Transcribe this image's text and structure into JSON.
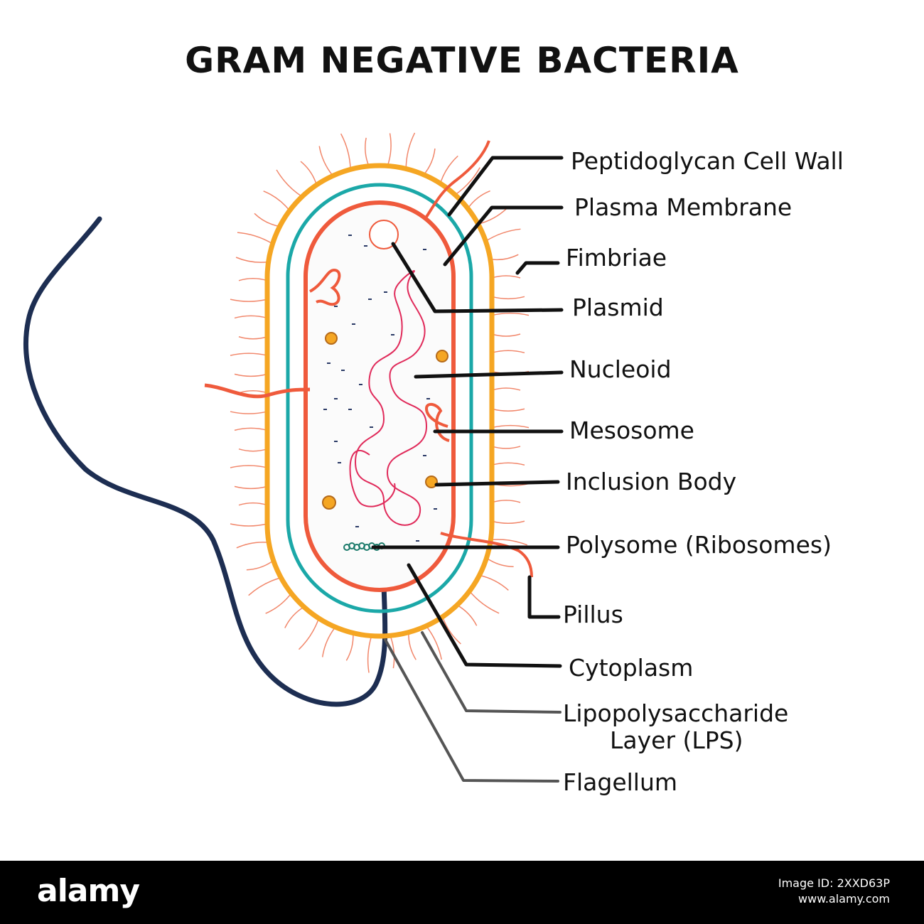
{
  "title": "GRAM NEGATIVE BACTERIA",
  "labels": {
    "peptidoglycan": "Peptidoglycan Cell Wall",
    "plasma_membrane": "Plasma Membrane",
    "fimbriae": "Fimbriae",
    "plasmid": "Plasmid",
    "nucleoid": "Nucleoid",
    "mesosome": "Mesosome",
    "inclusion_body": "Inclusion Body",
    "polysome": "Polysome (Ribosomes)",
    "pillus": "Pillus",
    "cytoplasm": "Cytoplasm",
    "lps_line1": "Lipopolysaccharide",
    "lps_line2": "Layer (LPS)",
    "flagellum": "Flagellum"
  },
  "footer": {
    "brand": "alamy",
    "image_id": "Image ID: 2XXD63P",
    "site": "www.alamy.com"
  },
  "colors": {
    "lps_layer": "#f5a623",
    "cell_wall": "#1ba8a8",
    "plasma_membrane": "#ef5a3c",
    "nucleoid": "#e02a5a",
    "flagellum": "#1d2e52",
    "leader": "#111111"
  }
}
